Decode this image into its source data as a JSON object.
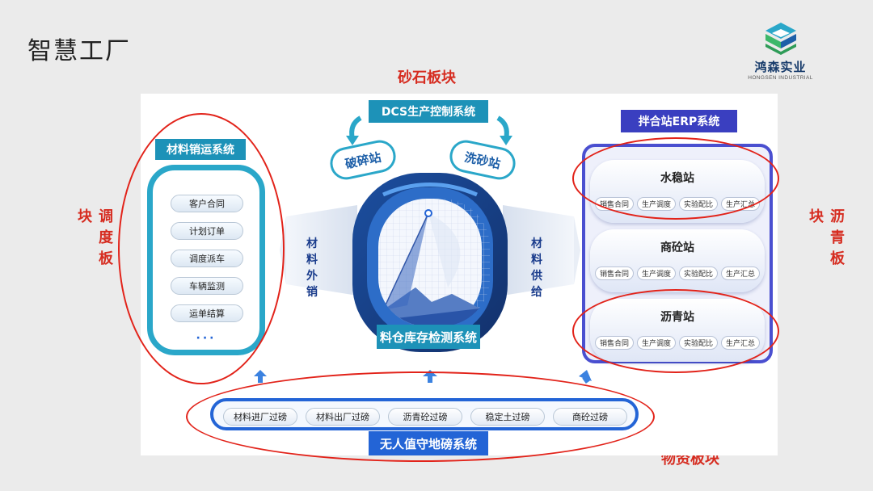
{
  "slide": {
    "title": "智慧工厂"
  },
  "logo": {
    "name": "鸿森实业",
    "subtitle": "HONGSEN INDUSTRIAL"
  },
  "annotations": {
    "top": "砂石板块",
    "left": "调度板块",
    "right": "沥青板块",
    "bottom": "物资板块"
  },
  "center": {
    "dcs_title": "DCS生产控制系统",
    "crusher": "破碎站",
    "sand_wash": "洗砂站",
    "inventory_system": "料仓库存检测系统",
    "material_outbound": "材料外销",
    "material_supply": "材料供给"
  },
  "material_sales": {
    "title": "材料销运系统",
    "items": [
      "客户合同",
      "计划订单",
      "调度派车",
      "车辆监测",
      "运单结算"
    ],
    "more": "···"
  },
  "erp": {
    "title": "拌合站ERP系统",
    "stations": [
      {
        "name": "水稳站",
        "modules": [
          "销售合同",
          "生产调度",
          "实验配比",
          "生产汇总"
        ]
      },
      {
        "name": "商砼站",
        "modules": [
          "销售合同",
          "生产调度",
          "实验配比",
          "生产汇总"
        ]
      },
      {
        "name": "沥青站",
        "modules": [
          "销售合同",
          "生产调度",
          "实验配比",
          "生产汇总"
        ]
      }
    ]
  },
  "weighing": {
    "title": "无人值守地磅系统",
    "items": [
      "材料进厂过磅",
      "材料出厂过磅",
      "沥青砼过磅",
      "稳定土过磅",
      "商砼过磅"
    ]
  },
  "colors": {
    "annotation_red": "#d62c20",
    "teal": "#2aa7c9",
    "navy": "#3a3fc0",
    "blue": "#2364d6"
  }
}
